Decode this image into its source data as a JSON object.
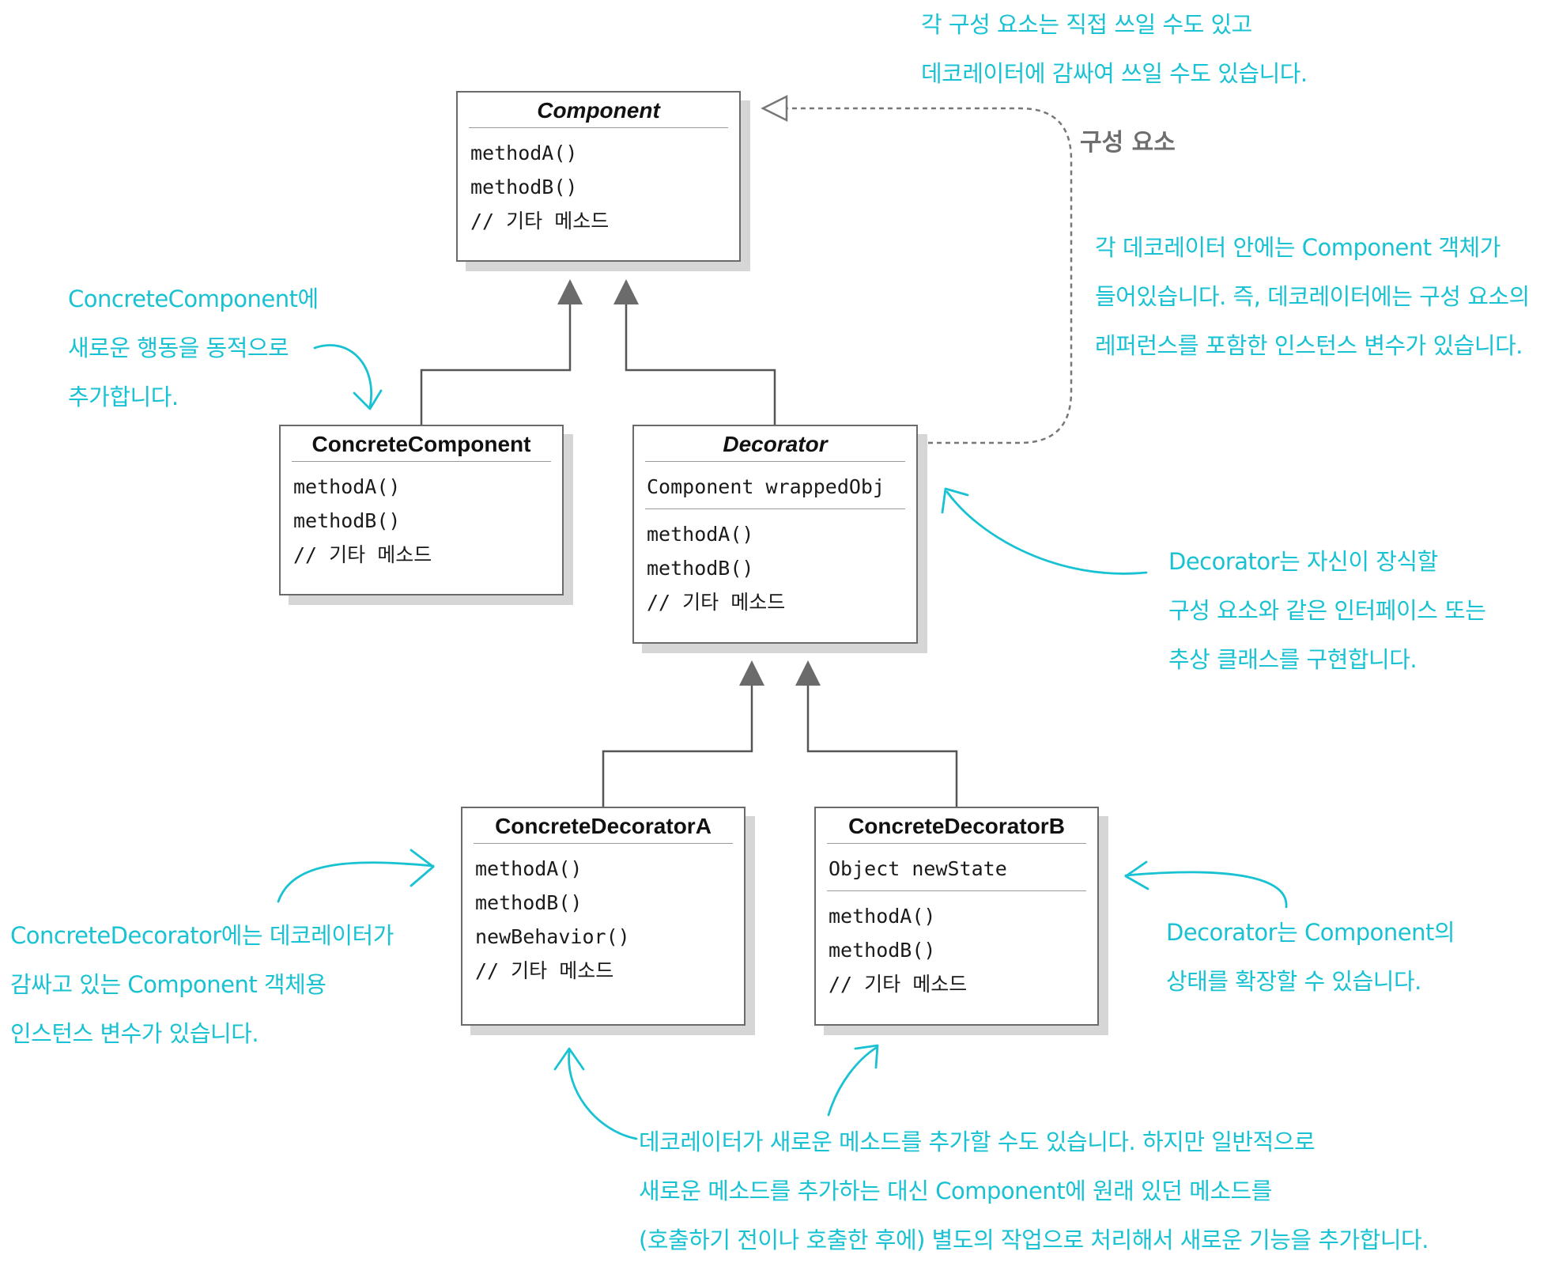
{
  "classes": {
    "component": {
      "name": "Component",
      "methods": [
        "methodA()",
        "methodB()",
        "// 기타 메소드"
      ]
    },
    "concrete_component": {
      "name": "ConcreteComponent",
      "methods": [
        "methodA()",
        "methodB()",
        "// 기타 메소드"
      ]
    },
    "decorator": {
      "name": "Decorator",
      "fields": [
        "Component wrappedObj"
      ],
      "methods": [
        "methodA()",
        "methodB()",
        "// 기타 메소드"
      ]
    },
    "concrete_decorator_a": {
      "name": "ConcreteDecoratorA",
      "methods": [
        "methodA()",
        "methodB()",
        "newBehavior()",
        "// 기타 메소드"
      ]
    },
    "concrete_decorator_b": {
      "name": "ConcreteDecoratorB",
      "fields": [
        "Object newState"
      ],
      "methods": [
        "methodA()",
        "methodB()",
        "// 기타 메소드"
      ]
    }
  },
  "relation_label": "구성 요소",
  "annotations": {
    "top": [
      "각 구성 요소는 직접 쓰일 수도 있고",
      "데코레이터에 감싸여 쓰일 수도 있습니다."
    ],
    "wrapped_component": [
      "각 데코레이터 안에는 Component 객체가",
      "들어있습니다. 즉, 데코레이터에는 구성 요소의",
      "레퍼런스를 포함한 인스턴스 변수가 있습니다."
    ],
    "concrete_component": [
      "ConcreteComponent에",
      "새로운 행동을 동적으로",
      "추가합니다."
    ],
    "decorator_interface": [
      "Decorator는 자신이 장식할",
      "구성 요소와 같은 인터페이스 또는",
      "추상 클래스를 구현합니다."
    ],
    "concrete_decorator": [
      "ConcreteDecorator에는 데코레이터가",
      "감싸고 있는 Component 객체용",
      "인스턴스 변수가 있습니다."
    ],
    "extend_state": [
      "Decorator는 Component의",
      "상태를 확장할 수 있습니다."
    ],
    "new_methods": [
      "데코레이터가 새로운 메소드를 추가할 수도 있습니다. 하지만 일반적으로",
      "새로운 메소드를 추가하는 대신 Component에 원래 있던 메소드를",
      "(호출하기 전이나 호출한 후에) 별도의 작업으로 처리해서 새로운 기능을 추가합니다."
    ]
  }
}
